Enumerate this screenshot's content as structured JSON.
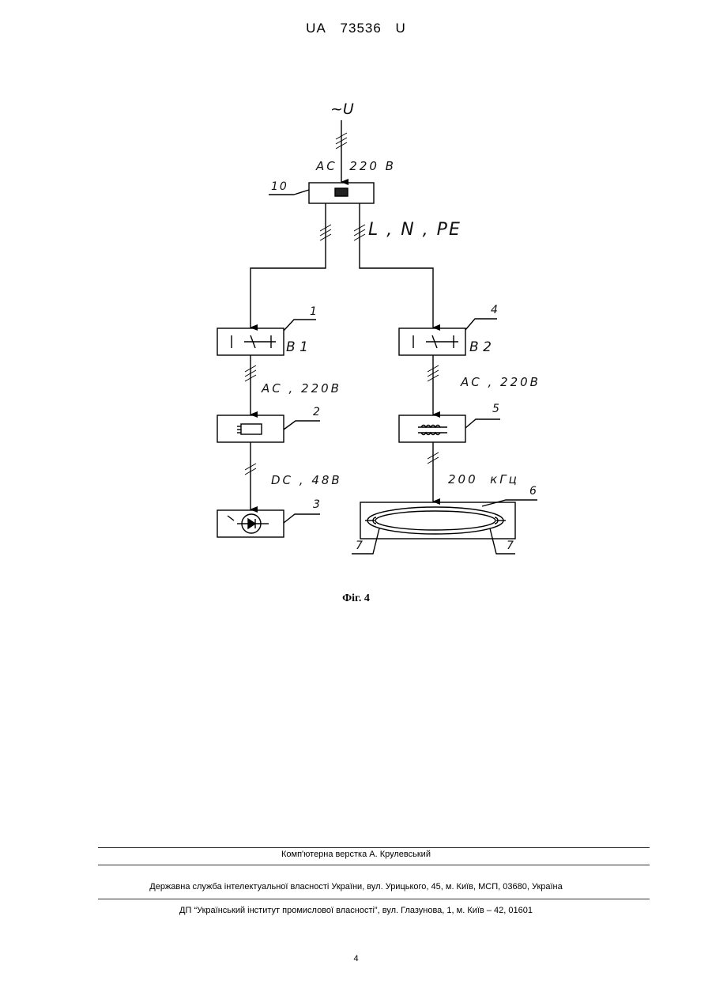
{
  "header": {
    "country": "UA",
    "number": "73536",
    "kind": "U"
  },
  "diagram": {
    "input_voltage": "~U",
    "input_label": "AC  220 B",
    "bus_label": "L , N , PE",
    "ref_10": "10",
    "ref_1": "1",
    "ref_2": "2",
    "ref_3": "3",
    "ref_4": "4",
    "ref_5": "5",
    "ref_6": "6",
    "ref_7a": "7",
    "ref_7b": "7",
    "breaker_1_label": "B 1",
    "breaker_2_label": "B 2",
    "left_branch_label": "AC , 220B",
    "right_branch_label": "AC , 220B",
    "dc_label": "DC , 48B",
    "freq_label": "200  кГц"
  },
  "caption": "Фіг. 4",
  "footer": {
    "typesetting": "Комп'ютерна верстка А. Крулевський",
    "agency": "Державна служба інтелектуальної власності України, вул. Урицького, 45, м. Київ, МСП, 03680, Україна",
    "institute": "ДП “Український інститут промислової власності”, вул. Глазунова, 1, м. Київ – 42, 01601"
  },
  "page_number": "4"
}
